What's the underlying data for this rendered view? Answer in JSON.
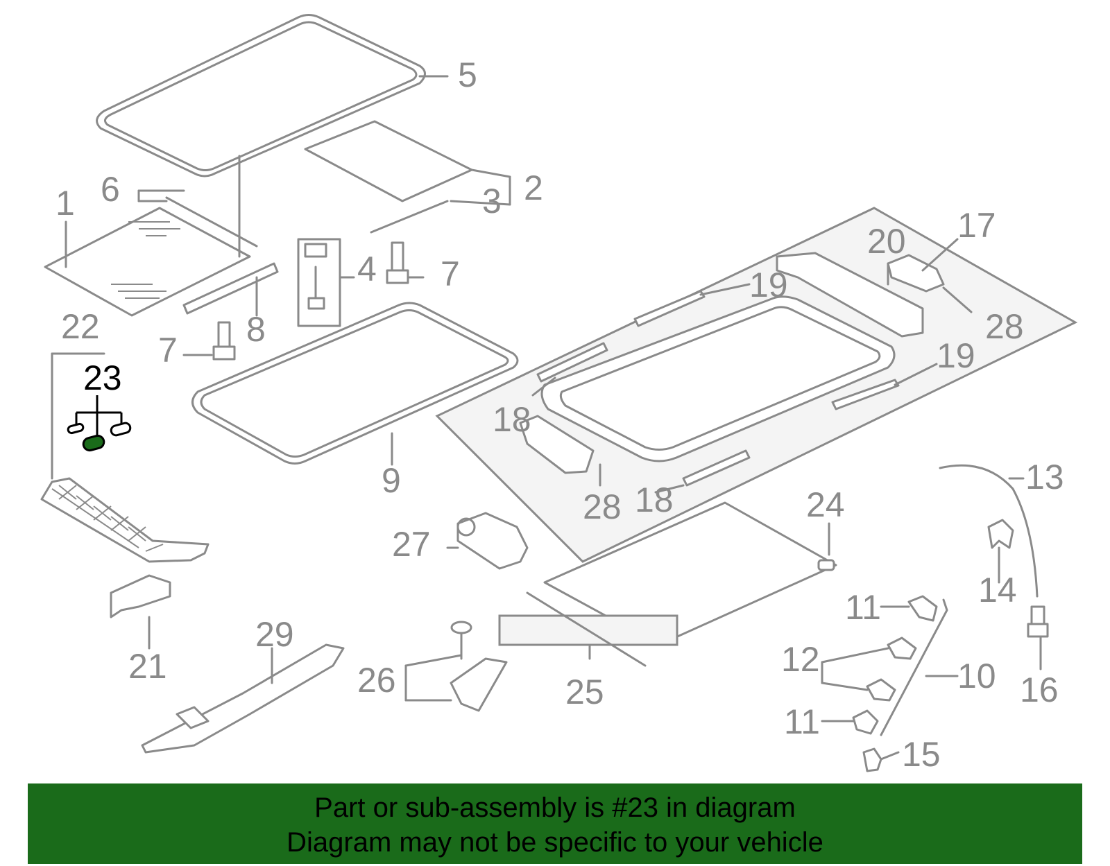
{
  "diagram": {
    "callouts": {
      "c1": "1",
      "c2": "2",
      "c3": "3",
      "c4": "4",
      "c5": "5",
      "c6": "6",
      "c7a": "7",
      "c7b": "7",
      "c8": "8",
      "c9": "9",
      "c10": "10",
      "c11a": "11",
      "c11b": "11",
      "c12": "12",
      "c13": "13",
      "c14": "14",
      "c15": "15",
      "c16": "16",
      "c17": "17",
      "c18a": "18",
      "c18b": "18",
      "c19a": "19",
      "c19b": "19",
      "c20": "20",
      "c21": "21",
      "c22": "22",
      "c23": "23",
      "c24": "24",
      "c25": "25",
      "c26": "26",
      "c27": "27",
      "c28a": "28",
      "c28b": "28",
      "c29": "29"
    },
    "highlight_color": "#1a6b1a",
    "line_color": "#8a8a8a"
  },
  "banner": {
    "line1": "Part or sub-assembly is #23 in diagram",
    "line2": "Diagram may not be specific to your vehicle",
    "background": "#1a6b1a"
  }
}
